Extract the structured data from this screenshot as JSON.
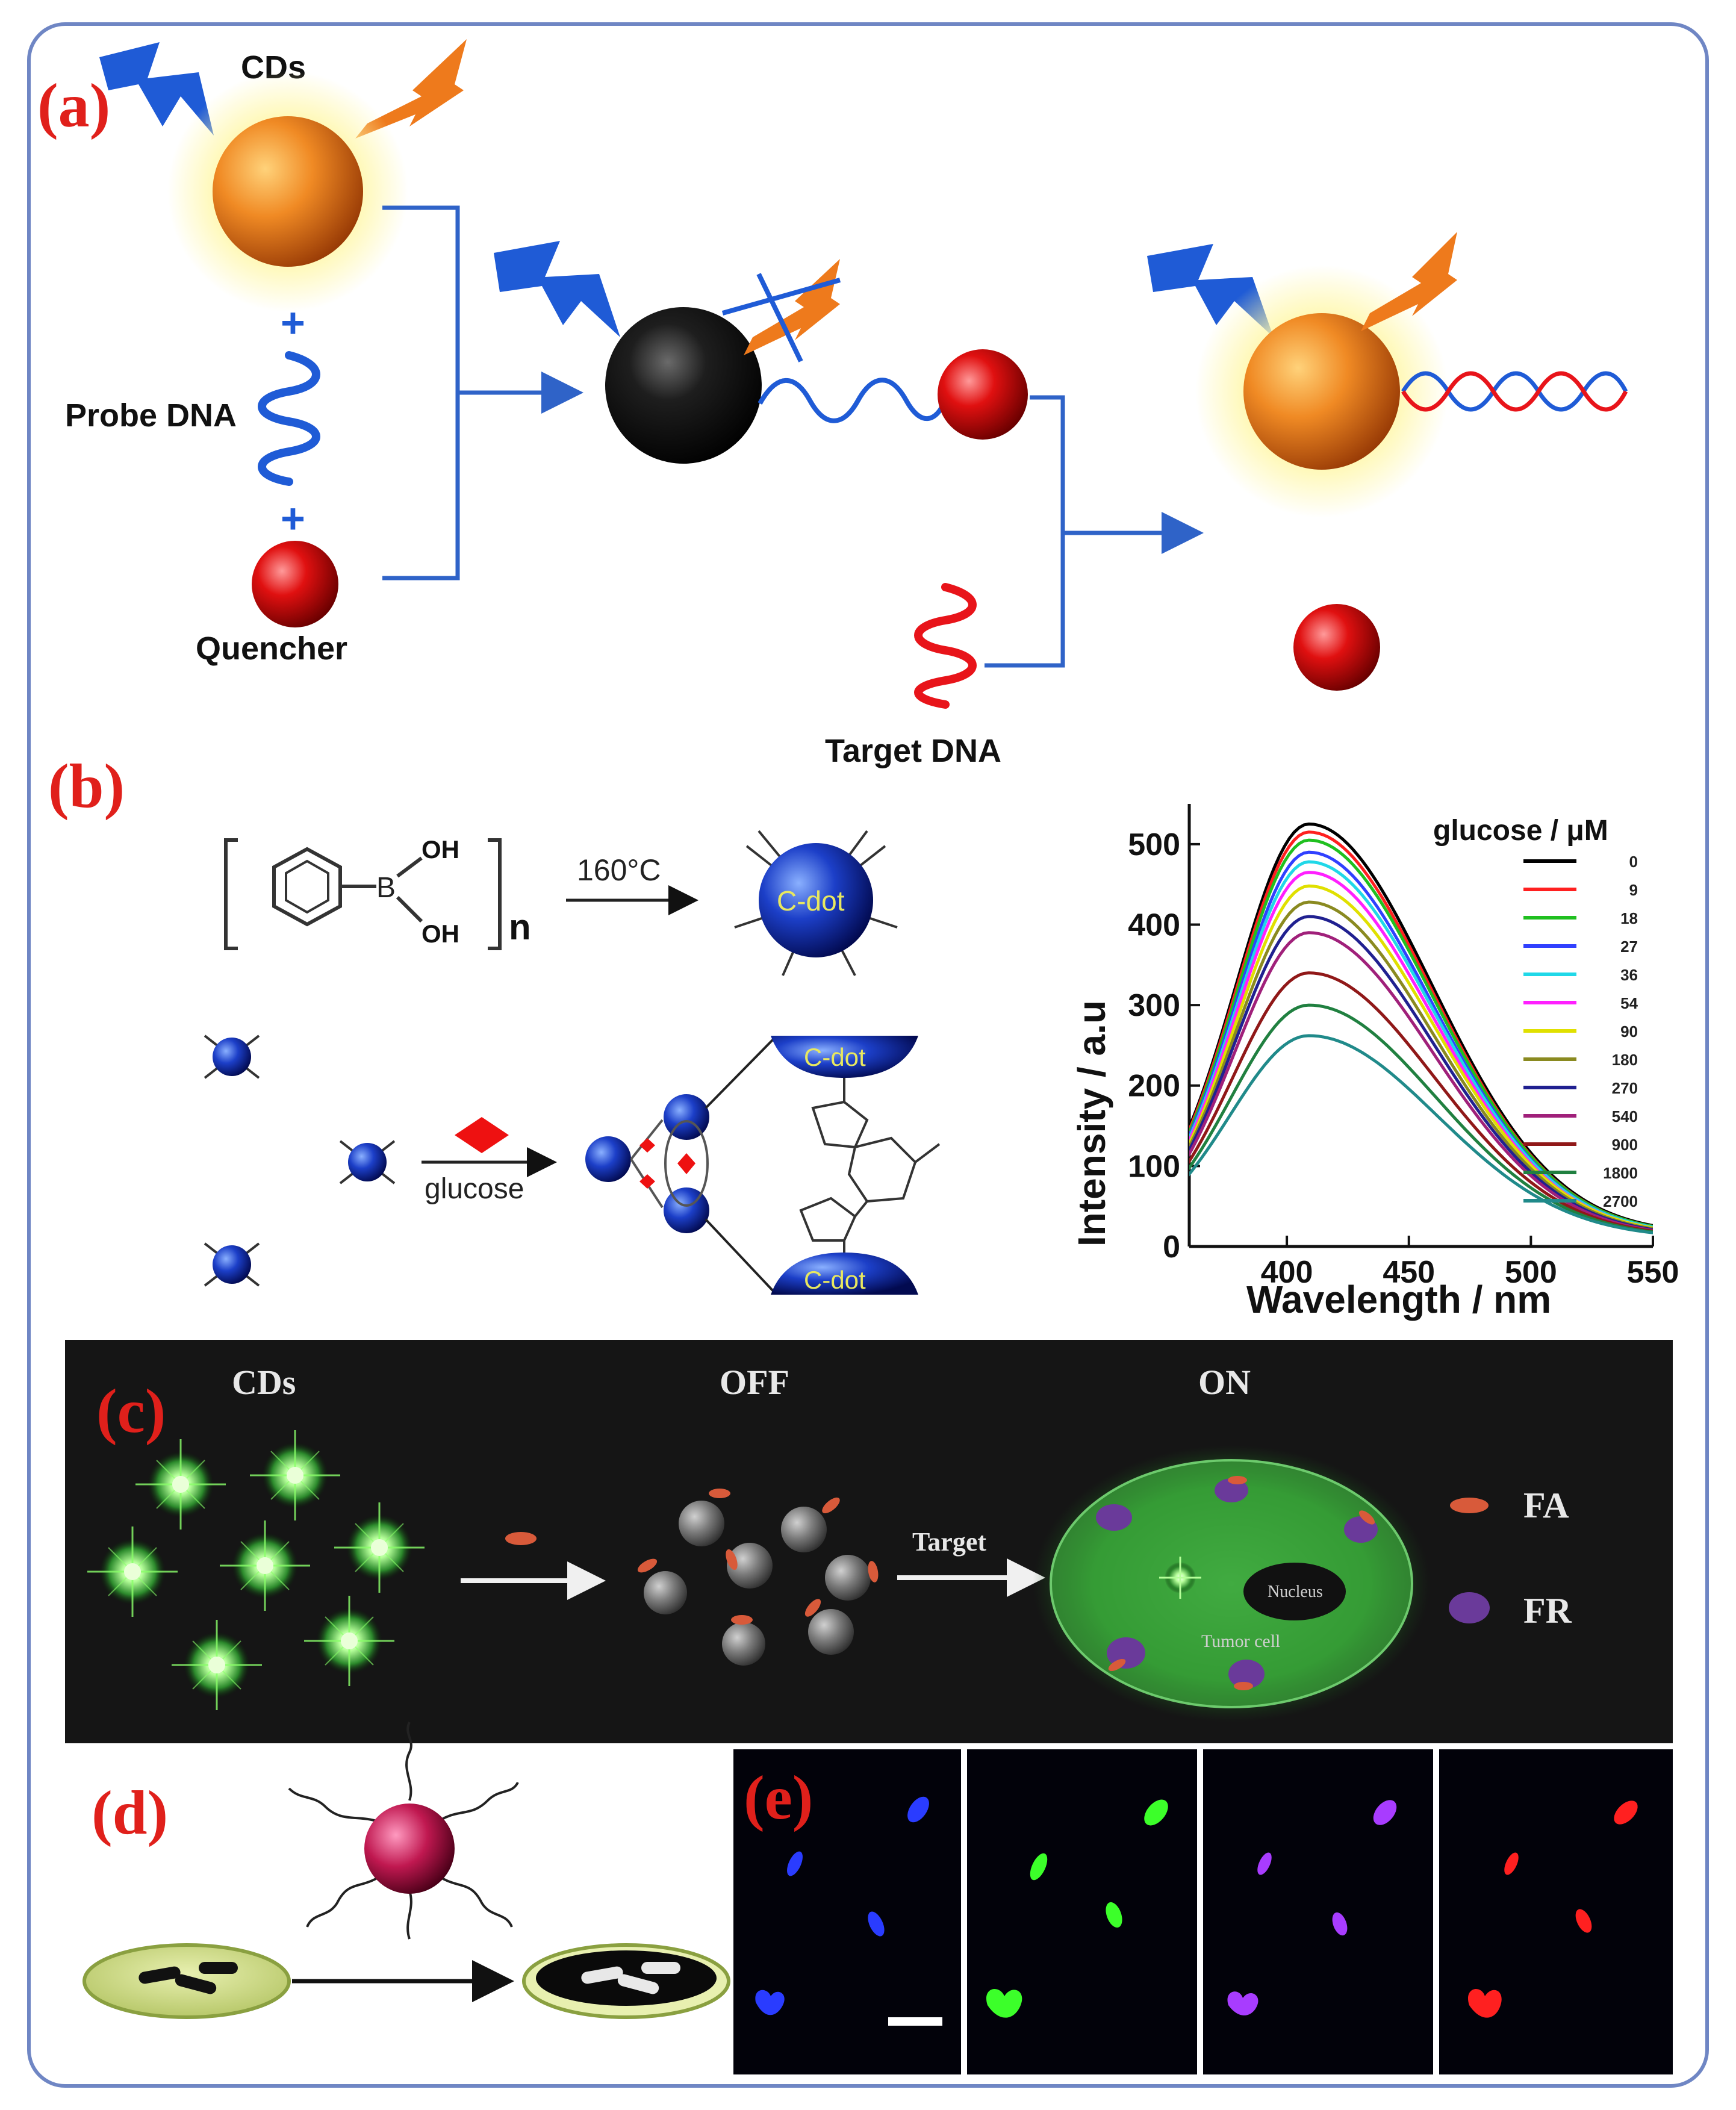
{
  "panels": {
    "a": {
      "label": "(a)",
      "cds_label": "CDs",
      "probe_label": "Probe DNA",
      "quencher_label": "Quencher",
      "target_label": "Target DNA",
      "plus": "+"
    },
    "b": {
      "label": "(b)",
      "oh_top": "OH",
      "oh_bottom": "OH",
      "boron": "B",
      "subscript_n": "n",
      "temperature": "160°C",
      "cdot_label": "C-dot",
      "glucose_label": "glucose"
    },
    "c": {
      "label": "(c)",
      "cds_title": "CDs",
      "off_title": "OFF",
      "on_title": "ON",
      "target_label": "Target",
      "nucleus_label": "Nucleus",
      "tumor_label": "Tumor cell",
      "fa_label": "FA",
      "fr_label": "FR"
    },
    "d": {
      "label": "(d)"
    },
    "e": {
      "label": "(e)"
    }
  },
  "colors": {
    "panel_label": "#e0201b",
    "flow_arrow": "#2f63c8",
    "cd_orange": "#e8701c",
    "quencher_red": "#c8060a",
    "dna_blue": "#1f5bd6",
    "dna_red": "#e8141a",
    "green_glow": "#5dff5d",
    "dark_panel": "#1a1a1a",
    "fluor_blue": "#2a3cff",
    "fluor_green": "#3cff2a",
    "fluor_violet": "#a83cff",
    "fluor_red": "#ff2020"
  },
  "chart_data": {
    "type": "line",
    "xlabel": "Wavelength / nm",
    "ylabel": "Intensity / a.u",
    "xlim": [
      360,
      550
    ],
    "ylim": [
      0,
      550
    ],
    "xticks": [
      400,
      450,
      500,
      550
    ],
    "yticks": [
      0,
      100,
      200,
      300,
      400,
      500
    ],
    "legend_title": "glucose / μM",
    "legend_position": "top-right",
    "peak_wavelength": 409,
    "series": [
      {
        "name": "0",
        "color": "#000000",
        "peak": 525,
        "at_360": 148,
        "at_550": 26
      },
      {
        "name": "9",
        "color": "#ff2020",
        "peak": 515,
        "at_360": 145,
        "at_550": 25
      },
      {
        "name": "18",
        "color": "#20c020",
        "peak": 505,
        "at_360": 142,
        "at_550": 25
      },
      {
        "name": "27",
        "color": "#3040ff",
        "peak": 490,
        "at_360": 138,
        "at_550": 24
      },
      {
        "name": "36",
        "color": "#20d8e8",
        "peak": 478,
        "at_360": 135,
        "at_550": 24
      },
      {
        "name": "54",
        "color": "#ff20ff",
        "peak": 465,
        "at_360": 132,
        "at_550": 23
      },
      {
        "name": "90",
        "color": "#e0e000",
        "peak": 448,
        "at_360": 128,
        "at_550": 23
      },
      {
        "name": "180",
        "color": "#8a8a20",
        "peak": 428,
        "at_360": 124,
        "at_550": 22
      },
      {
        "name": "270",
        "color": "#202090",
        "peak": 410,
        "at_360": 120,
        "at_550": 21
      },
      {
        "name": "540",
        "color": "#a0207a",
        "peak": 390,
        "at_360": 115,
        "at_550": 20
      },
      {
        "name": "900",
        "color": "#901818",
        "peak": 340,
        "at_360": 106,
        "at_550": 19
      },
      {
        "name": "1800",
        "color": "#208040",
        "peak": 300,
        "at_360": 98,
        "at_550": 18
      },
      {
        "name": "2700",
        "color": "#208a8a",
        "peak": 262,
        "at_360": 90,
        "at_550": 17
      }
    ]
  }
}
